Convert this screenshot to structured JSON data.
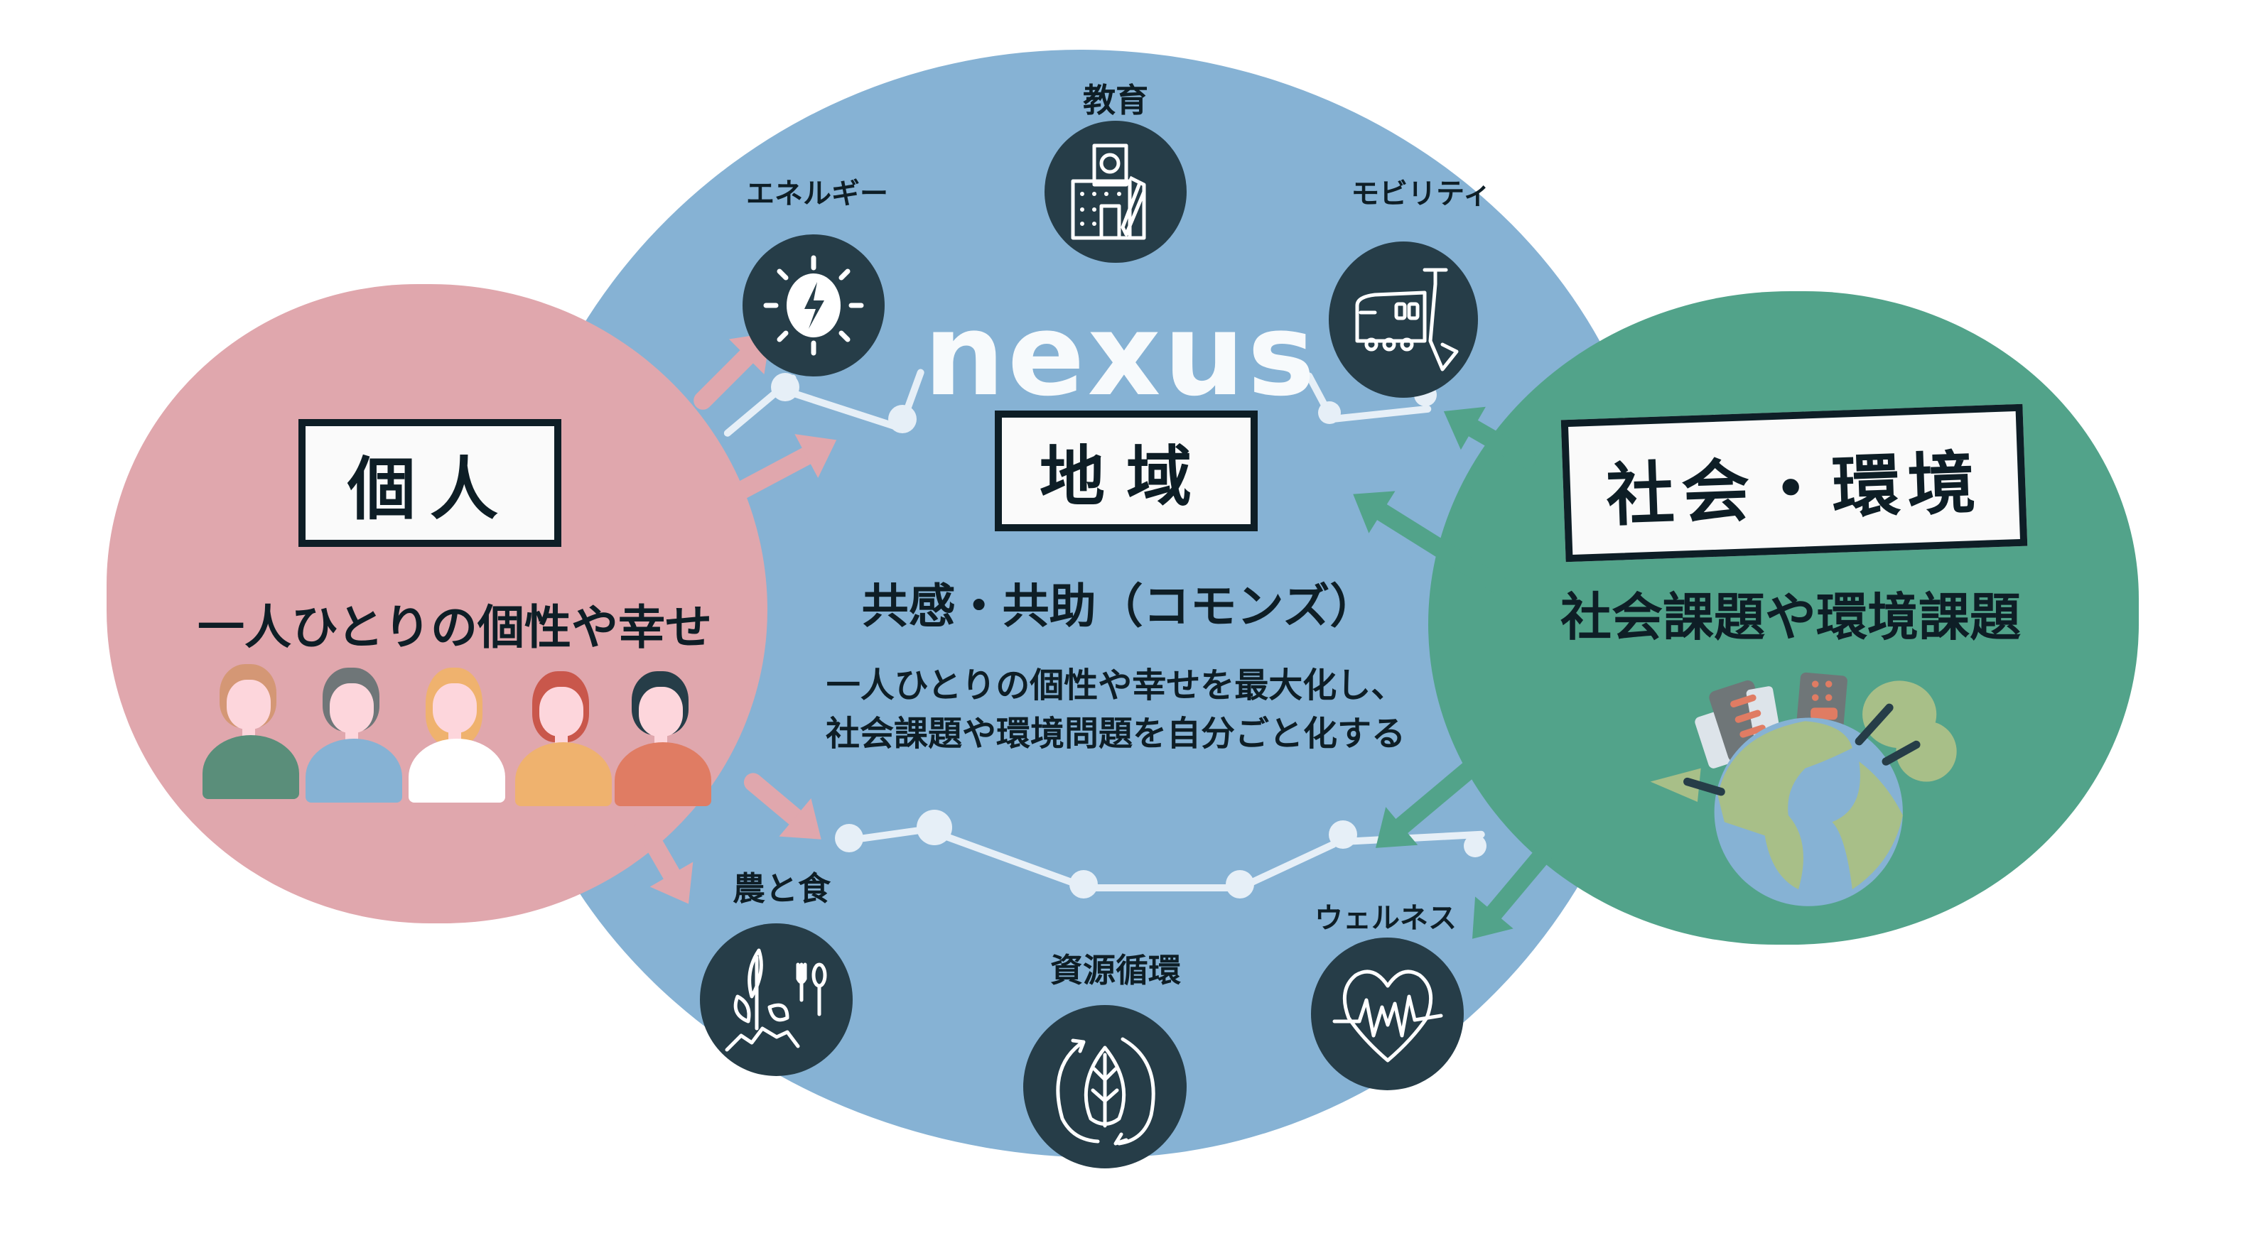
{
  "colors": {
    "region_blue": "#86b2d4",
    "individual_pink": "#e0a7ad",
    "society_green": "#52a38a",
    "icon_dark": "#263d48",
    "text_dark": "#0e1e26",
    "network_light": "#e6eff7"
  },
  "center": {
    "logo": "nexus",
    "title": "地域",
    "subtitle": "共感・共助（コモンズ）",
    "description_line1": "一人ひとりの個性や幸せを最大化し、",
    "description_line2": "社会課題や環境問題を自分ごと化する"
  },
  "individual": {
    "title": "個人",
    "subtitle": "一人ひとりの個性や幸せ",
    "people": [
      {
        "hair": "#d49775",
        "shirt": "#5a8e7a"
      },
      {
        "hair": "#6f7678",
        "shirt": "#86b2d4"
      },
      {
        "hair": "#efb26e",
        "shirt": "#ffffff"
      },
      {
        "hair": "#c9574b",
        "shirt": "#efb26e"
      },
      {
        "hair": "#263d48",
        "shirt": "#e07c63"
      }
    ]
  },
  "society": {
    "title": "社会・環境",
    "subtitle": "社会課題や環境課題",
    "illustration": "earth-with-buildings-and-trees"
  },
  "domains": [
    {
      "label": "エネルギー",
      "icon": "lightning-sun-icon"
    },
    {
      "label": "教育",
      "icon": "school-building-icon"
    },
    {
      "label": "モビリティ",
      "icon": "bus-scooter-icon"
    },
    {
      "label": "農と食",
      "icon": "plant-cutlery-icon"
    },
    {
      "label": "資源循環",
      "icon": "recycle-leaf-icon"
    },
    {
      "label": "ウェルネス",
      "icon": "heartbeat-icon"
    }
  ]
}
